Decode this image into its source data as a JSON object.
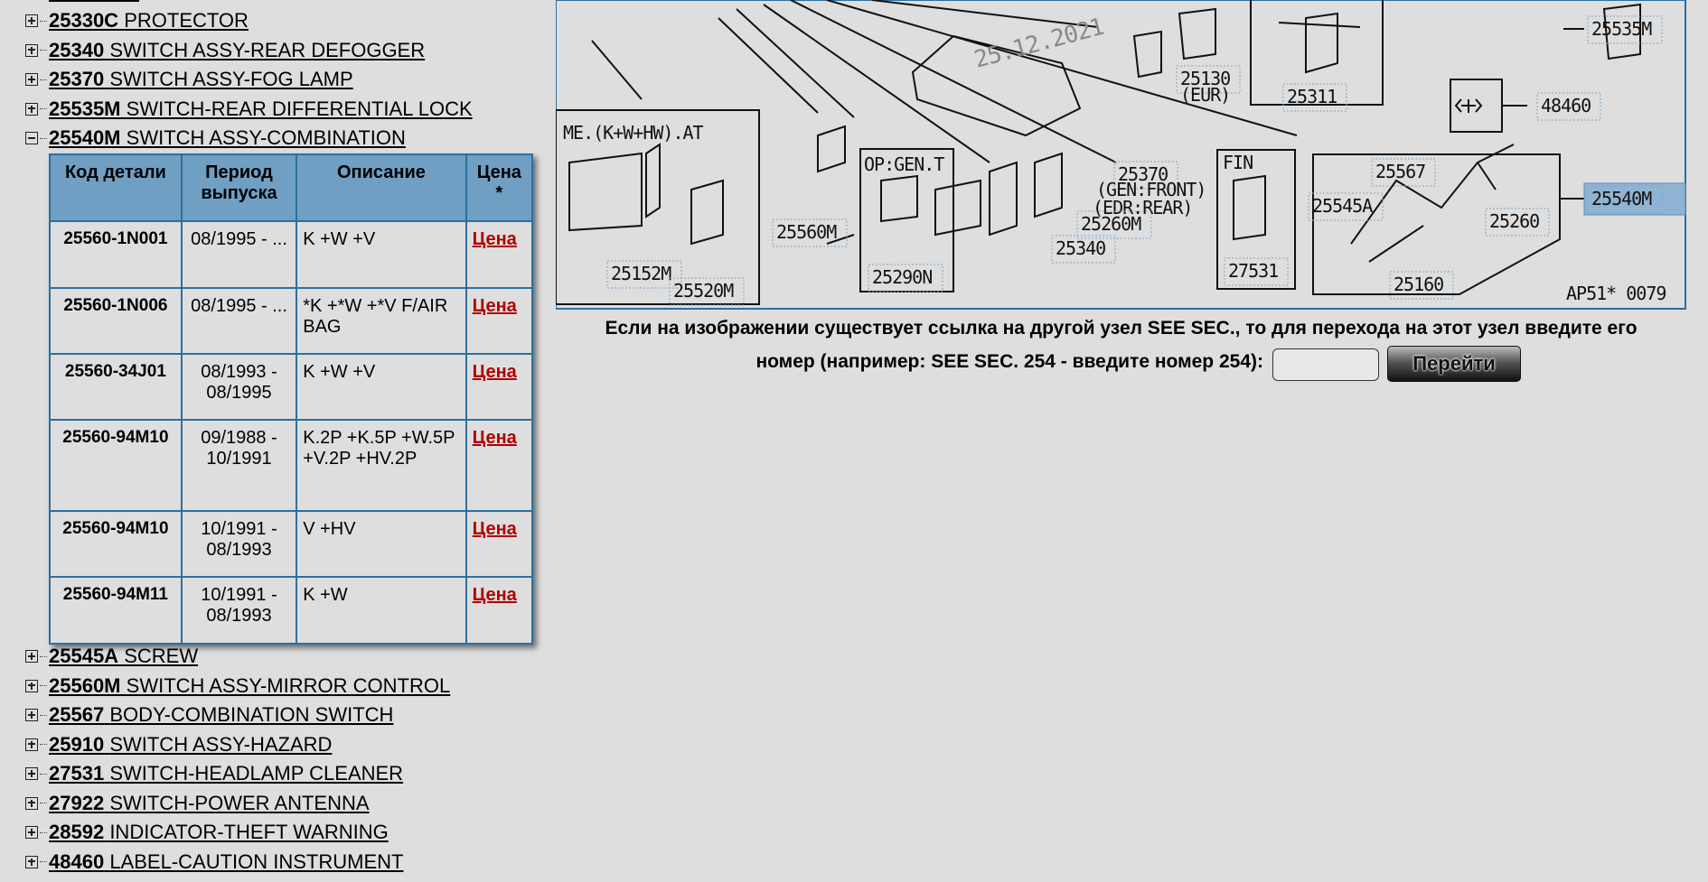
{
  "parts_above": [
    {
      "code": "25330C",
      "name": "PROTECTOR",
      "expanded": false
    },
    {
      "code": "25340",
      "name": "SWITCH ASSY-REAR DEFOGGER",
      "expanded": false
    },
    {
      "code": "25370",
      "name": "SWITCH ASSY-FOG LAMP",
      "expanded": false
    },
    {
      "code": "25535M",
      "name": "SWITCH-REAR DIFFERENTIAL LOCK",
      "expanded": false
    },
    {
      "code": "25540M",
      "name": "SWITCH ASSY-COMBINATION",
      "expanded": true
    }
  ],
  "table": {
    "headers": [
      "Код детали",
      "Период выпуска",
      "Описание",
      "Цена *"
    ],
    "rows": [
      {
        "code": "25560-1N001",
        "period": "08/1995 - ...",
        "desc": "K +W +V",
        "price": "Цена"
      },
      {
        "code": "25560-1N006",
        "period": "08/1995 - ...",
        "desc": "*K +*W +*V F/AIR BAG",
        "price": "Цена"
      },
      {
        "code": "25560-34J01",
        "period": "08/1993 - 08/1995",
        "desc": "K +W +V",
        "price": "Цена"
      },
      {
        "code": "25560-94M10",
        "period": "09/1988 - 10/1991",
        "desc": "K.2P +K.5P +W.5P +V.2P +HV.2P",
        "price": "Цена"
      },
      {
        "code": "25560-94M10",
        "period": "10/1991 - 08/1993",
        "desc": "V +HV",
        "price": "Цена"
      },
      {
        "code": "25560-94M11",
        "period": "10/1991 - 08/1993",
        "desc": "K +W",
        "price": "Цена"
      }
    ]
  },
  "parts_below": [
    {
      "code": "25545A",
      "name": "SCREW"
    },
    {
      "code": "25560M",
      "name": "SWITCH ASSY-MIRROR CONTROL"
    },
    {
      "code": "25567",
      "name": "BODY-COMBINATION SWITCH"
    },
    {
      "code": "25910",
      "name": "SWITCH ASSY-HAZARD"
    },
    {
      "code": "27531",
      "name": "SWITCH-HEADLAMP CLEANER"
    },
    {
      "code": "27922",
      "name": "SWITCH-POWER ANTENNA"
    },
    {
      "code": "28592",
      "name": "INDICATOR-THEFT WARNING"
    },
    {
      "code": "48460",
      "name": "LABEL-CAUTION INSTRUMENT"
    }
  ],
  "diagram": {
    "watermark": "25.12.2021",
    "labels": [
      "25535M",
      "25130",
      "(EUR)",
      "25311",
      "48460",
      "ME.(K+W+HW).AT",
      "25560M",
      "OP:GEN.T",
      "25370",
      "(GEN:FRONT)",
      "(EDR:REAR)",
      "25260M",
      "25340",
      "FIN",
      "27531",
      "25567",
      "25545A",
      "25260",
      "25540M",
      "25152M",
      "25520M",
      "25290N",
      "25160",
      "AP51* 0079"
    ],
    "highlighted": "25540M",
    "highlight_color": "#8fb4d3"
  },
  "instruction": {
    "line1": "Если на изображении существует ссылка на другой узел SEE SEC., то для перехода на этот узел введите его",
    "line2": "номер (например: SEE SEC. 254 - введите номер 254):",
    "input_value": "",
    "button": "Перейти"
  }
}
